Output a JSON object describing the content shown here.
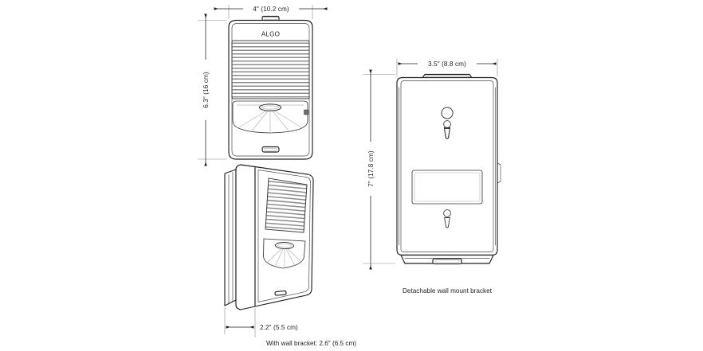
{
  "document": {
    "type": "product-dimension-drawing",
    "background_color": "#ffffff",
    "line_color": "#231f20",
    "accent_gray": "#8d8d8d"
  },
  "views": {
    "front": {
      "name": "front-view",
      "brand_label": "ALGO",
      "features": [
        "top-tab",
        "speaker-grille",
        "strobe-lens",
        "led-indicator",
        "bottom-slot"
      ],
      "grille_slat_count": 16
    },
    "perspective": {
      "name": "angled-view",
      "features": [
        "speaker-grille",
        "strobe-lens",
        "bottom-slot",
        "wall-bracket-behind"
      ],
      "grille_slat_count": 14
    },
    "bracket": {
      "name": "wall-mount-bracket-view",
      "features": [
        "top-tab",
        "upper-keyhole",
        "cable-cutout",
        "lower-keyhole",
        "bottom-flange"
      ],
      "keyhole_count": 2
    }
  },
  "dimensions": {
    "front_width": "4″ (10.2 cm)",
    "front_height": "6.3″ (16 cm)",
    "depth": "2.2″ (5.5 cm)",
    "depth_with_bracket": "With wall bracket: 2.6″ (6.5 cm)",
    "bracket_width": "3.5″ (8.8 cm)",
    "bracket_height": "7″ (17.8 cm)"
  },
  "captions": {
    "bracket": "Detachable wall mount bracket"
  }
}
